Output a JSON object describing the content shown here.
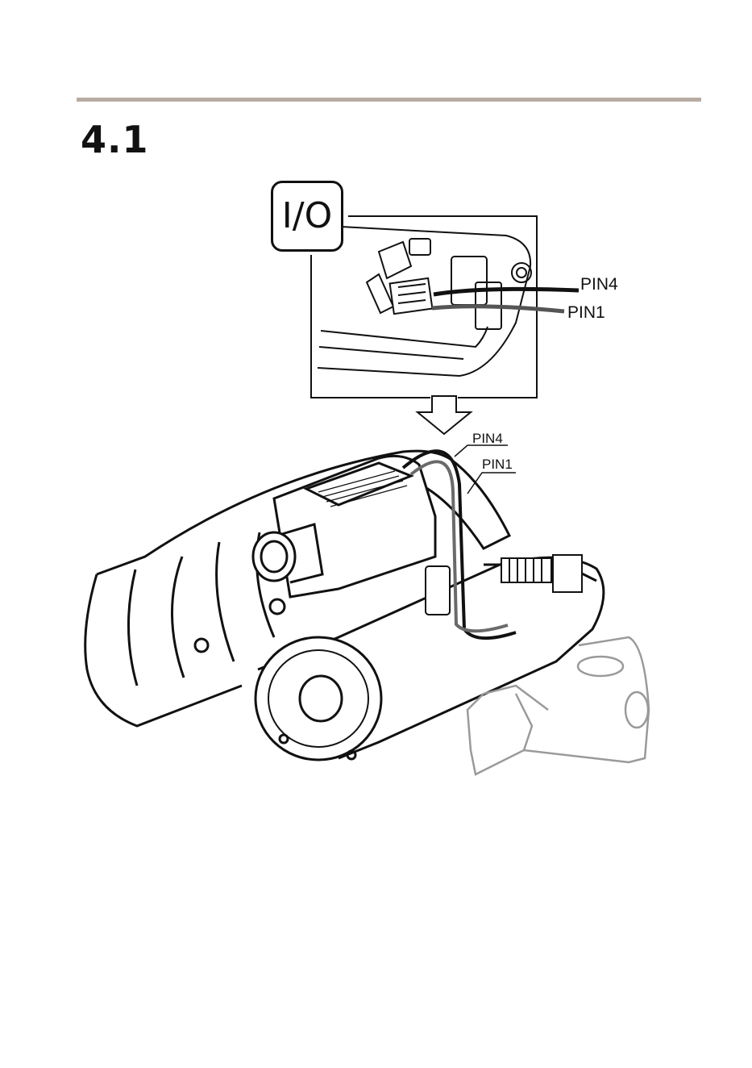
{
  "section": {
    "number": "4.1"
  },
  "io_badge": {
    "label": "I/O"
  },
  "detail_callouts": {
    "pin4": "PIN4",
    "pin1": "PIN1"
  },
  "main_callouts": {
    "pin4": "PIN4",
    "pin1": "PIN1"
  },
  "colors": {
    "rule": "#b8aca2",
    "line": "#111111",
    "mount_gray": "#9a9a9a",
    "cable_gray": "#6a6a6a"
  },
  "icons": [
    "down-arrow-icon",
    "camera-housing-illustration",
    "wall-mount-bracket-illustration",
    "connector-block-icon"
  ]
}
